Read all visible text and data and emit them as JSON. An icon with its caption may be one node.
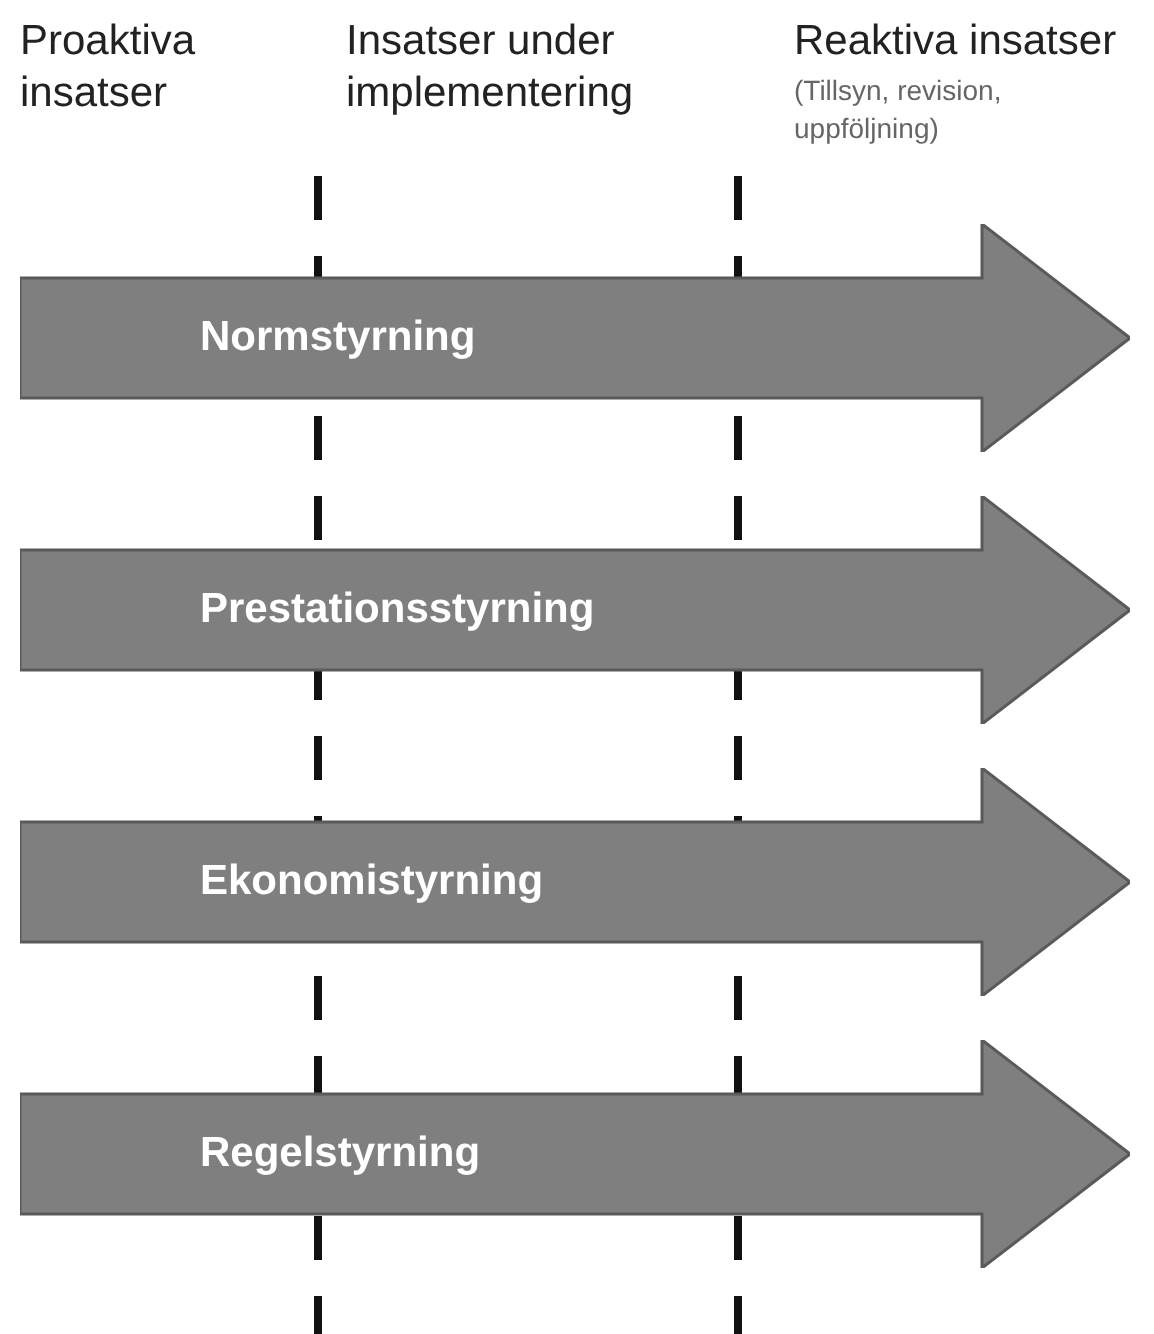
{
  "diagram": {
    "nodes": [
      {
        "text": [
          "Normstyrning"
        ]
      },
      {
        "text": [
          "Prestationsstyrning"
        ]
      },
      {
        "text": [
          "Ekonomistyrning"
        ]
      },
      {
        "text": [
          "Regelstyrning"
        ]
      }
    ],
    "labels": [
      "Proaktiva insatser",
      "Insatser under implementering",
      "Reaktiva insatser",
      "(Tillsyn, revision, uppföljning)"
    ]
  }
}
